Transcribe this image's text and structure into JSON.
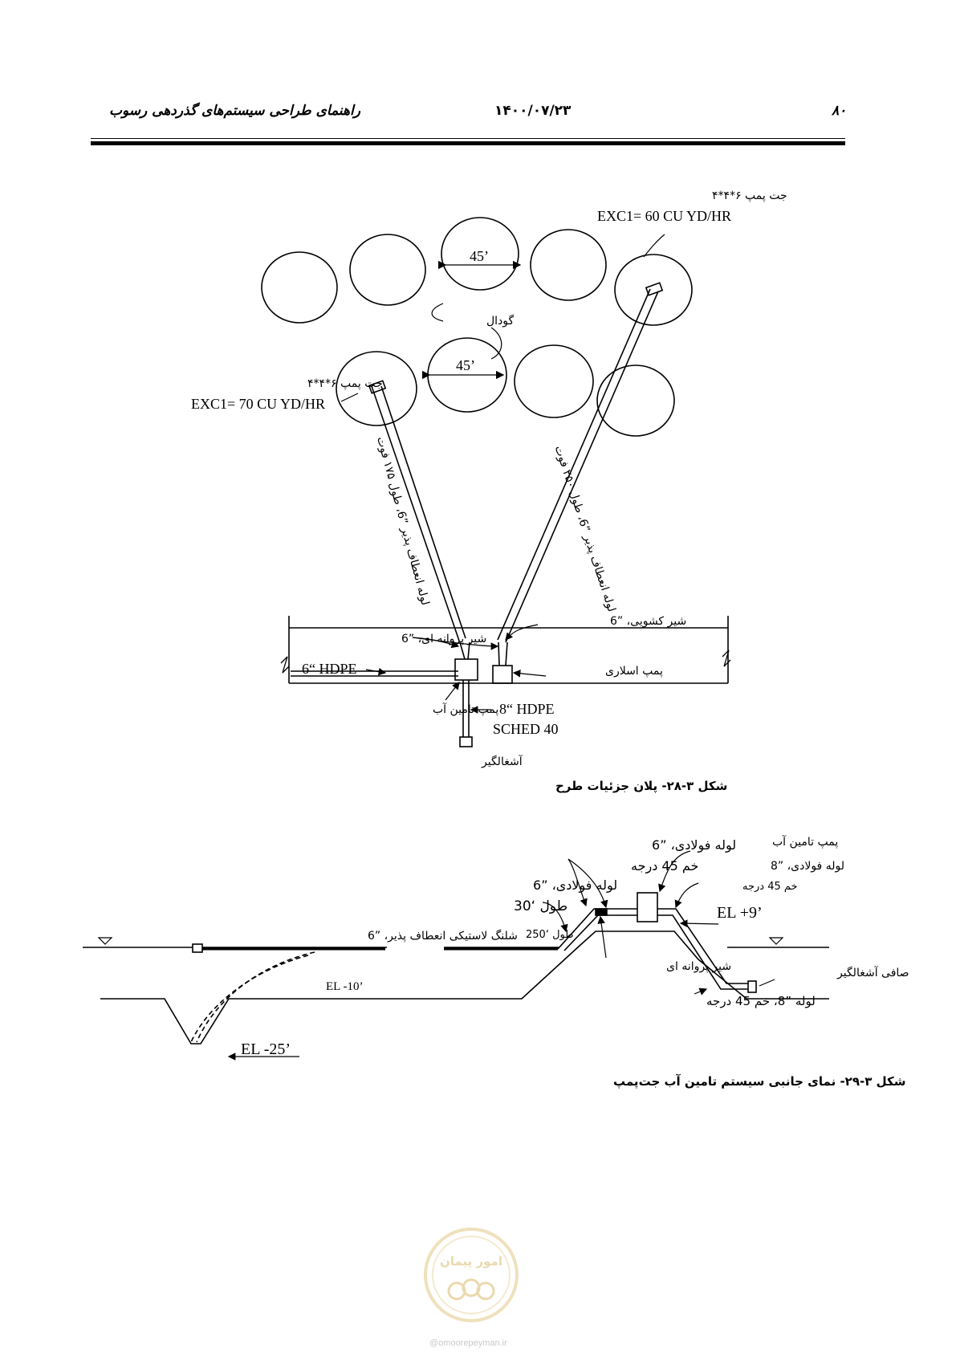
{
  "header": {
    "page_number": "۸۰",
    "date": "۱۴۰۰/۰۷/۲۳",
    "book_title": "راهنمای طراحی سیستم‌های گذردهی رسوب"
  },
  "figure_28": {
    "caption": "شکل ۳-۲۸- پلان جزئیات طرح",
    "pump_right_label": "جت پمپ ۶*۴*۴",
    "pump_right_exc": "EXC1= 60 CU YD/HR",
    "pump_left_label": "جت پمپ ۶*۴*۴",
    "pump_left_exc": "EXC1= 70 CU YD/HR",
    "diameter_top": "45’",
    "diameter_bottom": "45’",
    "pit_label": "گودال",
    "pipe_left_label": "لوله انعطاف پذیر ”6، طول ۱۷۵ فوت",
    "pipe_right_label": "لوله انعطاف پذیر ”6، طول ۲۵۰ فوت",
    "gate_valve": "شیر کشویی، ”6",
    "butterfly_valve": "شیر پروانه ای، ”6",
    "hdpe_6": "6“ HDPE",
    "slurry_pump": "پمپ اسلاری",
    "water_supply_pump": "پمپ تامین آب",
    "hdpe_8": "8“ HDPE",
    "sched": "SCHED 40",
    "trash_rack": "آشغالگیر"
  },
  "figure_29": {
    "caption": "شکل ۳-۲۹- نمای جانبی سیستم تامین آب جت‌پمپ",
    "hose_label": "شلنگ لاستیکی انعطاف پذیر، ”6",
    "el_minus_10": "EL -10’",
    "el_minus_25": "EL -25’",
    "steel_pipe_30_line1": "لوله فولادی، ”6",
    "steel_pipe_30_line2": "طول ‘30",
    "length_250": "طول ‘250",
    "steel_pipe_45_line1": "لوله فولادی، ”6",
    "steel_pipe_45_line2": "خم 45 درجه",
    "water_pump": "پمپ تامین آب",
    "steel_pipe_8_line1": "لوله فولادی، ”8",
    "steel_pipe_8_line2": "خم 45 درجه",
    "el_plus_9": "EL +9’",
    "butterfly_valve": "شیر پروانه ای",
    "trash_strainer": "صافی آشغالگیر",
    "pipe_8_bend": "لوله ”8، خم 45 درجه"
  },
  "watermark": {
    "brand": "امور پیمان",
    "url": "@omoorepeyman.ir"
  }
}
